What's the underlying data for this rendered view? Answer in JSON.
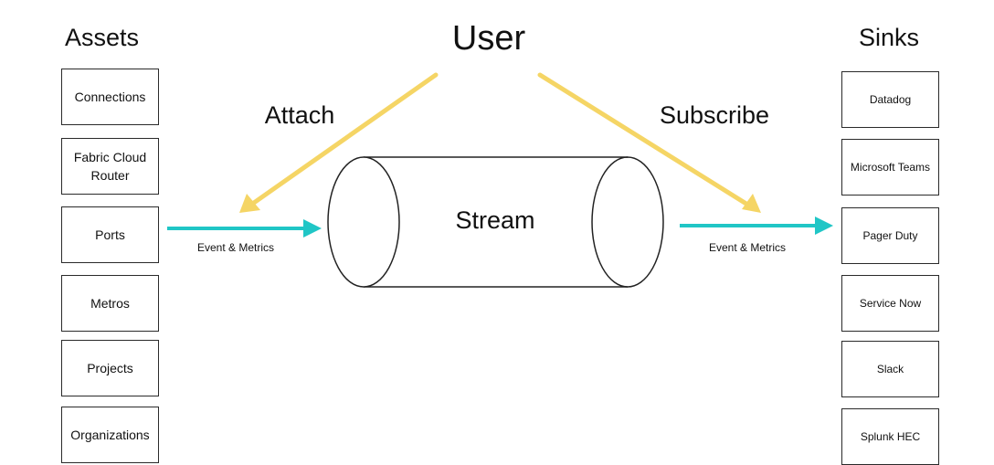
{
  "assets": {
    "title": "Assets",
    "items": [
      "Connections",
      "Fabric Cloud Router",
      "Ports",
      "Metros",
      "Projects",
      "Organizations"
    ]
  },
  "sinks": {
    "title": "Sinks",
    "items": [
      "Datadog",
      "Microsoft Teams",
      "Pager Duty",
      "Service Now",
      "Slack",
      "Splunk HEC"
    ]
  },
  "user": {
    "label": "User"
  },
  "attach": {
    "label": "Attach"
  },
  "subscribe": {
    "label": "Subscribe"
  },
  "stream": {
    "label": "Stream"
  },
  "flows": {
    "inbound_label": "Event & Metrics",
    "outbound_label": "Event & Metrics"
  },
  "colors": {
    "user_arrow": "#F5D565",
    "flow_arrow": "#20C6C6",
    "outline": "#222222"
  }
}
